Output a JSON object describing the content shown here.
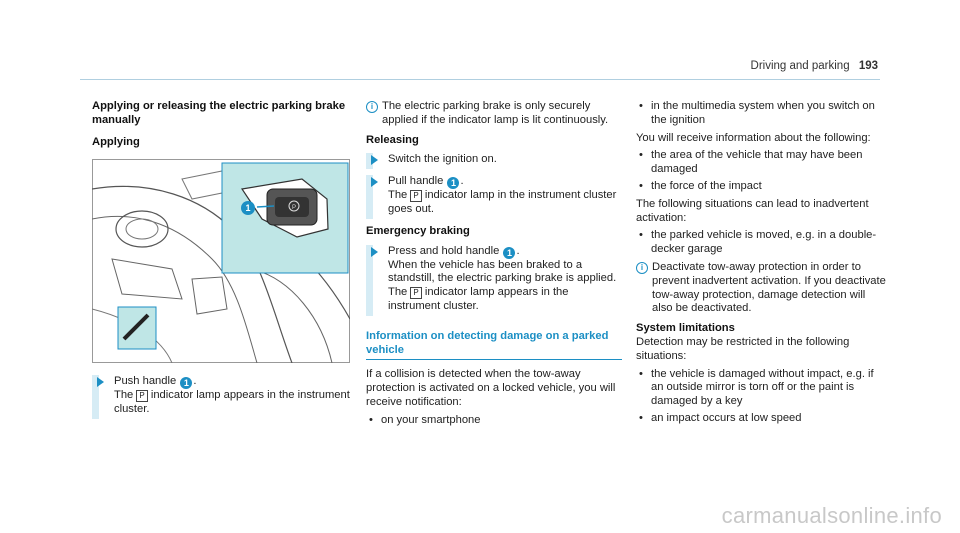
{
  "header": {
    "section": "Driving and parking",
    "page_number": "193"
  },
  "col1": {
    "heading": "Applying or releasing the electric parking brake manually",
    "subheading": "Applying",
    "figure_callout": "1",
    "step_push_line1_pre": "Push handle",
    "step_push_line1_post": ".",
    "step_push_line2_pre": "The",
    "step_push_line2_post": "indicator lamp appears in the instrument cluster."
  },
  "col2": {
    "note_secure": "The electric parking brake is only securely applied if the indicator lamp is lit continuously.",
    "releasing_heading": "Releasing",
    "step_ignition": "Switch the ignition on.",
    "step_pull_pre": "Pull handle",
    "step_pull_post": ".",
    "step_pull_l2_pre": "The",
    "step_pull_l2_post": "indicator lamp in the instrument cluster goes out.",
    "emergency_heading": "Emergency braking",
    "step_press_pre": "Press and hold handle",
    "step_press_post": ".",
    "step_press_l2": "When the vehicle has been braked to a standstill, the electric parking brake is applied. The",
    "step_press_l3": "indicator lamp appears in the instrument cluster.",
    "info_heading": "Information on detecting damage on a parked vehicle",
    "info_para": "If a collision is detected when the tow-away protection is activated on a locked vehicle, you will receive notification:",
    "bullets": [
      "on your smartphone"
    ]
  },
  "col3": {
    "bullets_top": [
      "in the multimedia system when you switch on the ignition"
    ],
    "para_info": "You will receive information about the following:",
    "bullets_info": [
      "the area of the vehicle that may have been damaged",
      "the force of the impact"
    ],
    "para_situations": "The following situations can lead to inadvertent activation:",
    "bullets_situations": [
      "the parked vehicle is moved, e.g. in a double-decker garage"
    ],
    "note_deactivate": "Deactivate tow-away protection in order to prevent inadvertent activation. If you deactivate tow-away protection, damage detection will also be deactivated.",
    "limits_heading": "System limitations",
    "limits_para": "Detection may be restricted in the following situations:",
    "bullets_limits": [
      "the vehicle is damaged without impact, e.g. if an outside mirror is torn off or the paint is damaged by a key",
      "an impact occurs at low speed"
    ]
  },
  "icons": {
    "parking_brake": "P",
    "info": "i",
    "badge_number": "1"
  },
  "colors": {
    "accent": "#1c8fc4",
    "highlight": "#bfe6e6",
    "step_bar": "#d6ecf5"
  },
  "watermark": "carmanualsonline.info"
}
